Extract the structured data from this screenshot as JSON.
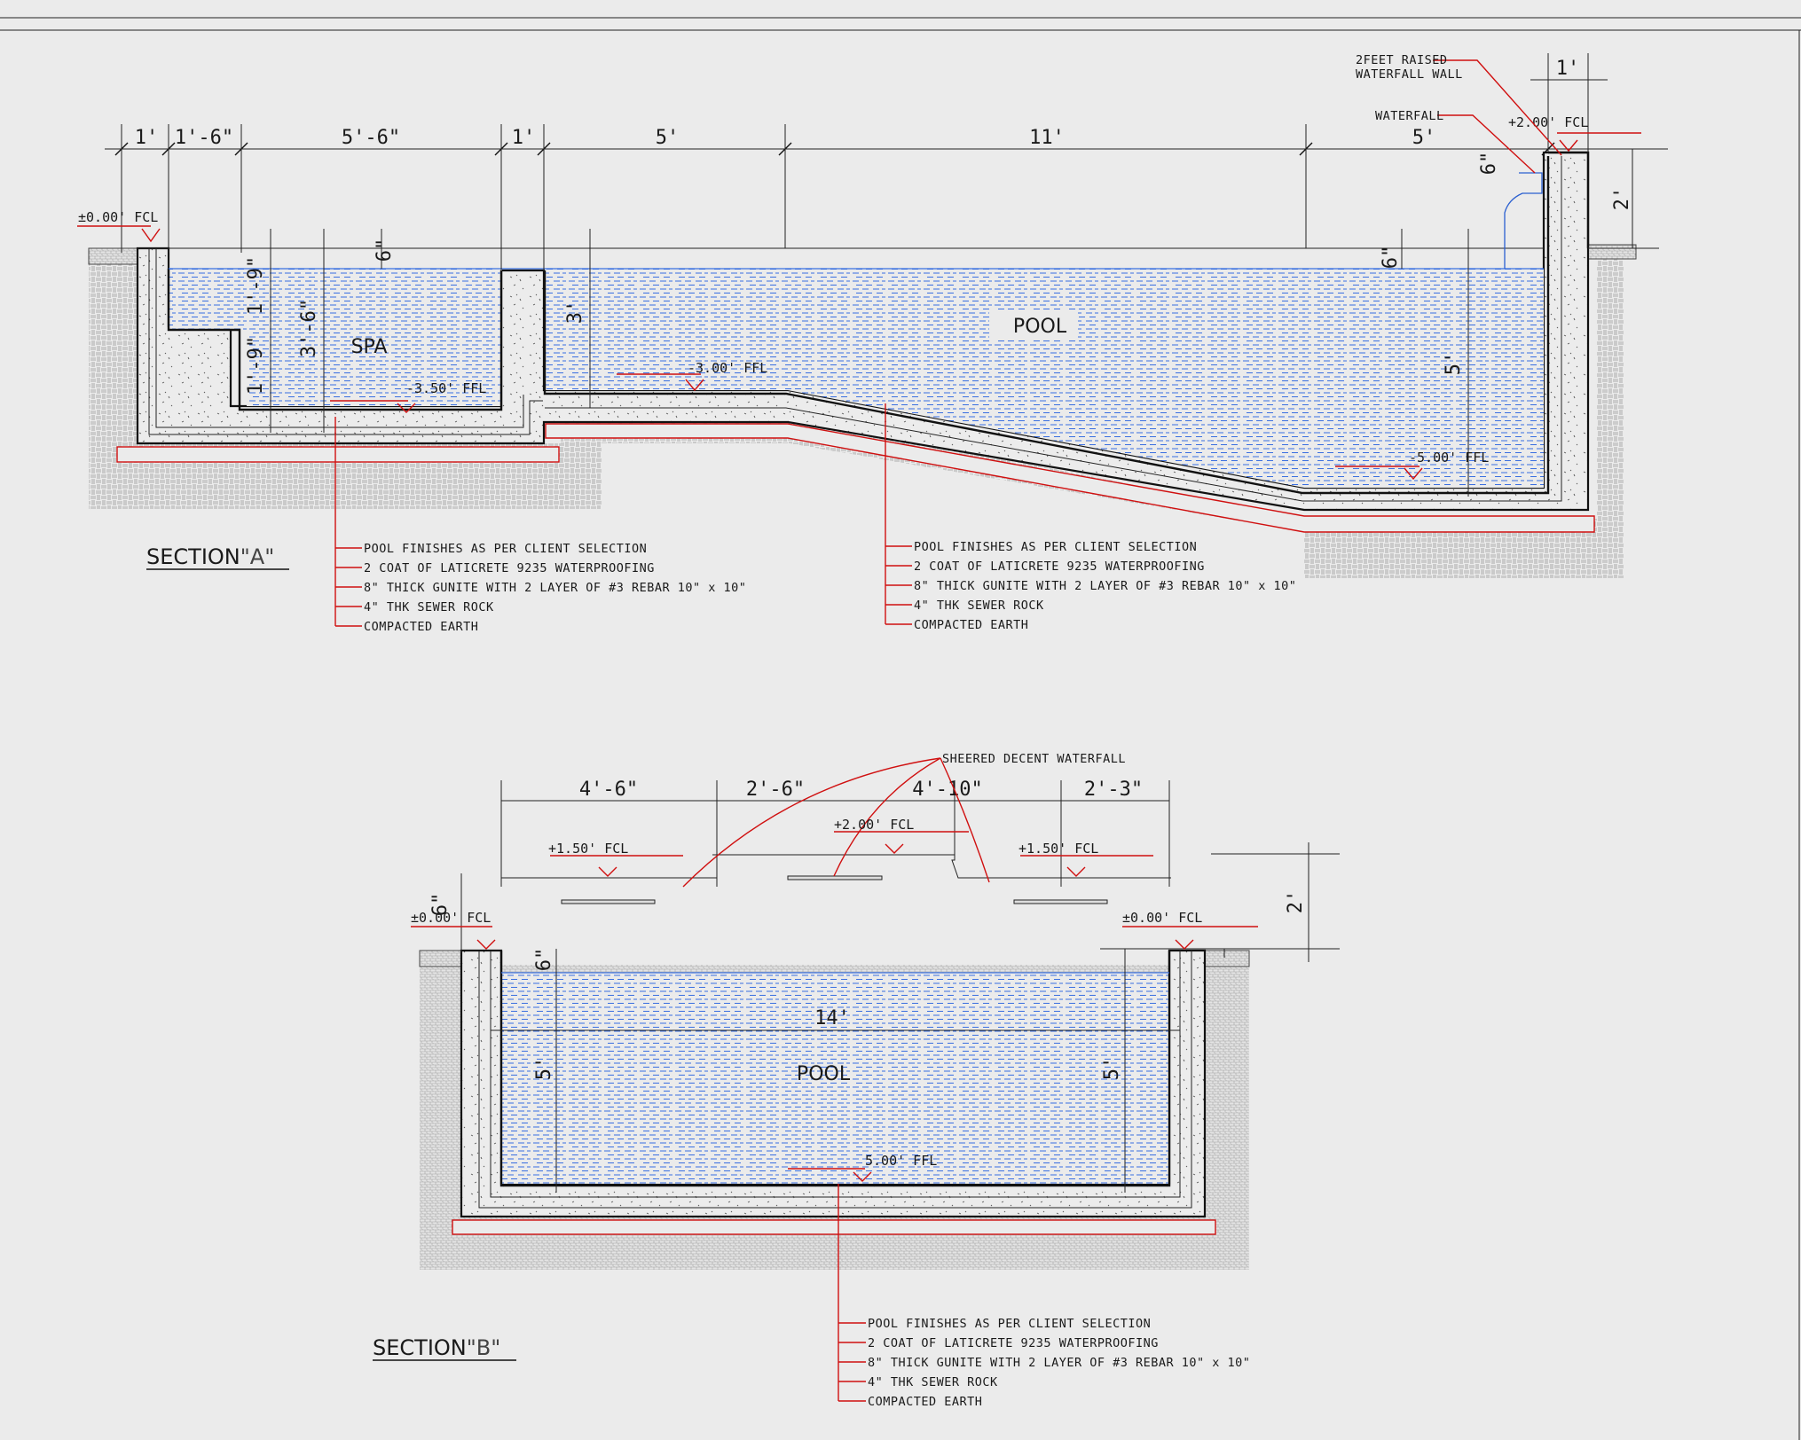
{
  "section_a": {
    "title": "SECTION",
    "title_suffix": "\"A\"",
    "dims_top": [
      "1'",
      "1'-6\"",
      "5'-6\"",
      "1'",
      "5'",
      "11'",
      "5'"
    ],
    "dim_top_right": "1'",
    "dim_riser_6": "6\"",
    "dim_right_height": "2'",
    "dim_spa_6": "6\"",
    "dim_pool_6": "6\"",
    "dim_spa_upper": "1'-9\"",
    "dim_spa_lower": "1'-9\"",
    "dim_spa_depth": "3'-6\"",
    "dim_pool_shallow": "3'",
    "dim_pool_deep": "5'",
    "labels": {
      "spa": "SPA",
      "pool": "POOL"
    },
    "levels": {
      "fcl_left": "±0.00' FCL",
      "fcl_right": "+2.00' FCL",
      "ffl_spa": "-3.50' FFL",
      "ffl_shallow": "-3.00' FFL",
      "ffl_deep": "-5.00' FFL"
    },
    "callouts": {
      "raised_wall": [
        "2FEET RAISED",
        "WATERFALL WALL"
      ],
      "waterfall": "WATERFALL"
    },
    "notes_left": [
      "POOL FINISHES AS PER CLIENT SELECTION",
      "2 COAT OF LATICRETE 9235 WATERPROOFING",
      "8\" THICK GUNITE WITH 2 LAYER OF #3 REBAR 10\" x 10\"",
      "4\" THK SEWER ROCK",
      "COMPACTED EARTH"
    ],
    "notes_right": [
      "POOL FINISHES AS PER CLIENT SELECTION",
      "2 COAT OF LATICRETE 9235 WATERPROOFING",
      "8\" THICK GUNITE WITH 2 LAYER OF #3 REBAR 10\" x 10\"",
      "4\" THK SEWER ROCK",
      "COMPACTED EARTH"
    ]
  },
  "section_b": {
    "title": "SECTION",
    "title_suffix": "\"B\"",
    "dims_top": [
      "4'-6\"",
      "2'-6\"",
      "4'-10\"",
      "2'-3\""
    ],
    "dim_width": "14'",
    "dim_depth_left": "5'",
    "dim_depth_right": "5'",
    "dim_6_a": "6\"",
    "dim_6_b": "6\"",
    "dim_right_height": "2'",
    "label_pool": "POOL",
    "callout_waterfall": "SHEERED DECENT WATERFALL",
    "levels": {
      "fcl_left": "±0.00' FCL",
      "fcl_right": "±0.00' FCL",
      "fcl_150_left": "+1.50' FCL",
      "fcl_150_right": "+1.50' FCL",
      "fcl_200": "+2.00' FCL",
      "ffl": "5.00' FFL"
    },
    "notes": [
      "POOL FINISHES AS PER CLIENT SELECTION",
      "2 COAT OF LATICRETE 9235 WATERPROOFING",
      "8\" THICK GUNITE WITH 2 LAYER OF #3 REBAR 10\" x 10\"",
      "4\" THK SEWER ROCK",
      "COMPACTED EARTH"
    ]
  },
  "colors": {
    "water": "#3a6fe0",
    "annotation": "#d01010",
    "linework": "#111111",
    "background": "#ebebeb"
  }
}
